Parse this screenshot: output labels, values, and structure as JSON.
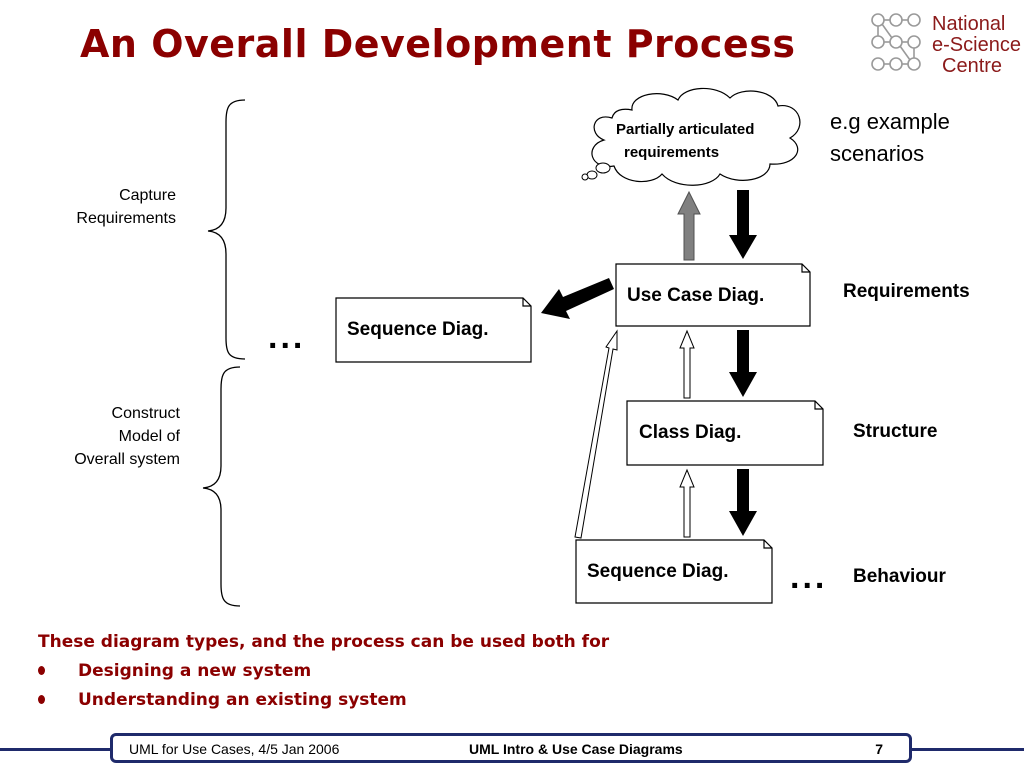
{
  "slide": {
    "title": "An Overall Development Process"
  },
  "logo": {
    "line1": "National",
    "line2": "e-Science",
    "line3": "Centre"
  },
  "phases": {
    "capture": [
      "Capture",
      "Requirements"
    ],
    "construct": [
      "Construct",
      "Model of",
      "Overall system"
    ]
  },
  "cloud": {
    "line1": "Partially articulated",
    "line2": "requirements"
  },
  "note": {
    "line1": "e.g example",
    "line2": "scenarios"
  },
  "documents": {
    "use_case": "Use Case Diag.",
    "class_diag": "Class Diag.",
    "sequence_main": "Sequence Diag.",
    "sequence_side": "Sequence Diag."
  },
  "categories": {
    "requirements": "Requirements",
    "structure": "Structure",
    "behaviour": "Behaviour"
  },
  "ellipsis": "...",
  "bottom": {
    "heading": "These diagram types, and the process can be used both for",
    "bullets": [
      "Designing a new system",
      "Understanding an existing system"
    ]
  },
  "footer": {
    "left": "UML for Use Cases, 4/5 Jan 2006",
    "center": "UML Intro & Use Case Diagrams",
    "page": "7"
  },
  "colors": {
    "title": "#8b0000",
    "footer_border": "#1f2a6b",
    "arrow_dark": "#000000",
    "arrow_grey": "#808080"
  }
}
